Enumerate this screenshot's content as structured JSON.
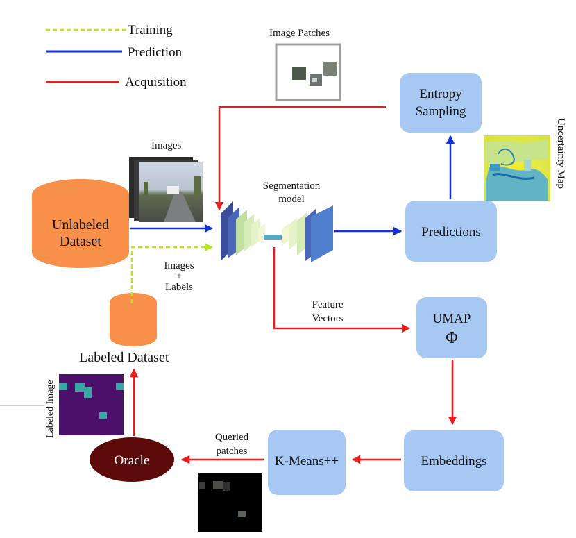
{
  "legend": {
    "training": "Training",
    "prediction": "Prediction",
    "acquisition": "Acquisition"
  },
  "colors": {
    "training": "#b8e61e",
    "prediction": "#1030d8",
    "acquisition": "#ec1c1c",
    "box_fill": "#a8c8f4",
    "dataset_fill": "#f8904a",
    "oracle_fill": "#5c0a0a",
    "labeled_image_fill": "#4b106a",
    "labeled_patch_fill": "#35a8a6"
  },
  "image_patches_label": "Image  Patches",
  "images_label": "Images",
  "unlabeled_dataset": {
    "line1": "Unlabeled",
    "line2": "Dataset"
  },
  "labeled_dataset_label": "Labeled  Dataset",
  "images_labels": {
    "line1": "Images",
    "line2": "+",
    "line3": "Labels"
  },
  "segmentation_model": {
    "line1": "Segmentation",
    "line2": "model"
  },
  "feature_vectors": {
    "line1": "Feature",
    "line2": "Vectors"
  },
  "entropy_sampling": {
    "line1": "Entropy",
    "line2": "Sampling"
  },
  "predictions_label": "Predictions",
  "uncertainty_map_label": "Uncertainty  Map",
  "umap": {
    "line1": "UMAP",
    "line2": "Φ"
  },
  "embeddings_label": "Embeddings",
  "kmeans_label": "K-Means++",
  "queried_patches": {
    "line1": "Queried",
    "line2": "patches"
  },
  "oracle_label": "Oracle",
  "labeled_image_label": "Labeled  Image"
}
